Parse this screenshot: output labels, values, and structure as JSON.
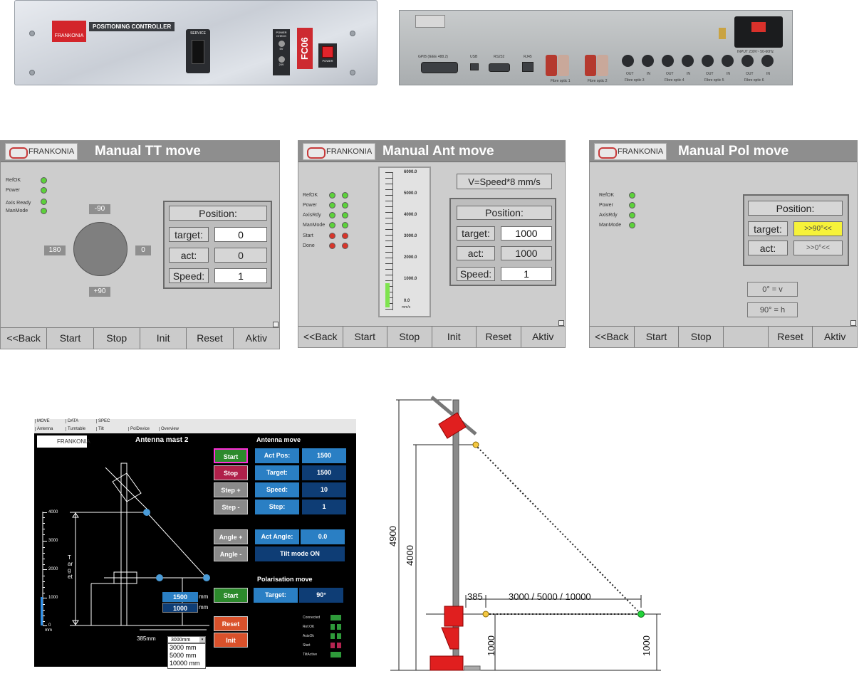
{
  "front_panel": {
    "brand": "FRANKONIA",
    "title": "POSITIONING CONTROLLER",
    "service_label": "SERVICE",
    "power_check_label": "POWER CHECK",
    "v5_label": "5V",
    "v24_label": "24V",
    "model": "FC06",
    "power_label": "POWER"
  },
  "rear_panel": {
    "ports": [
      "GPIB (IEEE 488.2)",
      "USB",
      "RS232",
      "RJ45"
    ],
    "fibre": [
      "Fibre optic 1",
      "Fibre optic 2",
      "Fibre optic 3",
      "Fibre optic 4",
      "Fibre optic 5",
      "Fibre optic 6"
    ],
    "fibre_out": "OUT",
    "fibre_in": "IN",
    "input_label": "INPUT 230V~ 50-60Hz"
  },
  "panel_tt": {
    "brand": "FRANKONIA",
    "title": "Manual TT move",
    "status": [
      "RefOK",
      "Power",
      "Axis Ready",
      "ManMode"
    ],
    "dir_top": "-90",
    "dir_left": "180",
    "dir_right": "0",
    "dir_bottom": "+90",
    "pos_title": "Position:",
    "target_label": "target:",
    "target_value": "0",
    "act_label": "act:",
    "act_value": "0",
    "speed_label": "Speed:",
    "speed_value": "1",
    "buttons": [
      "<<Back",
      "Start",
      "Stop",
      "Init",
      "Reset",
      "Aktiv"
    ]
  },
  "panel_ant": {
    "brand": "FRANKONIA",
    "title": "Manual Ant move",
    "status": [
      "RefOK",
      "Power",
      "AxisRdy",
      "ManMode",
      "Start",
      "Done"
    ],
    "scale": [
      "6000.0",
      "5000.0",
      "4000.0",
      "3000.0",
      "2000.0",
      "1000.0",
      "0.0"
    ],
    "scale_unit": "mm/s",
    "level_pct": 8,
    "formula": "V=Speed*8 mm/s",
    "pos_title": "Position:",
    "target_label": "target:",
    "target_value": "1000",
    "act_label": "act:",
    "act_value": "1000",
    "speed_label": "Speed:",
    "speed_value": "1",
    "buttons": [
      "<<Back",
      "Start",
      "Stop",
      "Init",
      "Reset",
      "Aktiv"
    ]
  },
  "panel_pol": {
    "brand": "FRANKONIA",
    "title": "Manual Pol move",
    "status": [
      "RefOK",
      "Power",
      "AxisRdy",
      "ManMode"
    ],
    "pos_title": "Position:",
    "target_label": "target:",
    "target_value": ">>90°<<",
    "act_label": "act:",
    "act_value": ">>0°<<",
    "legend_v": "0° = v",
    "legend_h": "90° = h",
    "buttons": [
      "<<Back",
      "Start",
      "Stop",
      "",
      "Reset",
      "Aktiv"
    ]
  },
  "mast_screen": {
    "tabs_row1": [
      "MOVE",
      "DATA",
      "SPEC"
    ],
    "tabs_row2": [
      "Antenna",
      "Turntable",
      "Tilt",
      "PolDevice",
      "Overview"
    ],
    "brand": "FRANKONIA",
    "title": "Antenna mast 2",
    "section_antenna": "Antenna move",
    "start": "Start",
    "stop": "Stop",
    "step_plus": "Step +",
    "step_minus": "Step -",
    "act_pos_label": "Act Pos:",
    "act_pos_value": "1500",
    "target_label": "Target:",
    "target_value": "1500",
    "speed_label": "Speed:",
    "speed_value": "10",
    "step_label": "Step:",
    "step_value": "1",
    "angle_plus": "Angle +",
    "angle_minus": "Angle -",
    "act_angle_label": "Act Angle:",
    "act_angle_value": "0.0",
    "tilt_mode": "Tilt mode ON",
    "section_pol": "Polarisation  move",
    "pol_start": "Start",
    "pol_target_label": "Target:",
    "pol_target_value": "90°",
    "reset": "Reset",
    "init": "Init",
    "indicators": [
      "Connected",
      "Ref.OK",
      "AxisOk",
      "Start",
      "TiltActive"
    ],
    "y_ticks": [
      "4000",
      "3000",
      "2000",
      "1000",
      "0"
    ],
    "y_unit": "mm",
    "y_axis_label": "Target",
    "level_1500": "1500",
    "level_1000": "1000",
    "unit_mm": "mm",
    "offset_label": "385mm",
    "distance_select": "3000mm",
    "distance_options": [
      "3000 mm",
      "5000 mm",
      "10000 mm"
    ]
  },
  "diagram": {
    "h_4900": "4900",
    "h_4000": "4000",
    "offset": "385",
    "distances": "3000 / 5000 / 10000",
    "h_1000_left": "1000",
    "h_1000_right": "1000"
  }
}
